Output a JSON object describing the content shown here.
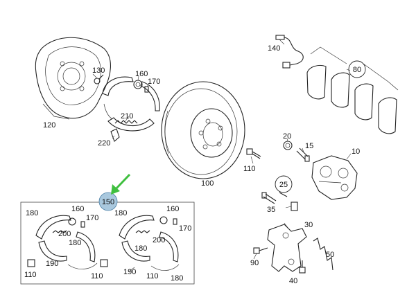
{
  "callouts": {
    "c10": "10",
    "c15": "15",
    "c20": "20",
    "c25": "25",
    "c30": "30",
    "c35": "35",
    "c40": "40",
    "c50": "50",
    "c80": "80",
    "c90": "90",
    "c100": "100",
    "c110a": "110",
    "c120": "120",
    "c130": "130",
    "c140": "140",
    "c160a": "160",
    "c170a": "170",
    "c210": "210",
    "c220": "220",
    "c150": "150",
    "k180a": "180",
    "k160a": "160",
    "k170a": "170",
    "k200a": "200",
    "k180b": "180",
    "k190a": "190",
    "k110a": "110",
    "k110b": "110",
    "k180c": "180",
    "k160b": "160",
    "k170b": "170",
    "k200b": "200",
    "k180d": "180",
    "k190b": "190",
    "k110c": "110",
    "k180e": "180"
  },
  "colors": {
    "highlight_fill": "#a9c8de",
    "arrow": "#3fbf3f",
    "line": "#222222"
  }
}
